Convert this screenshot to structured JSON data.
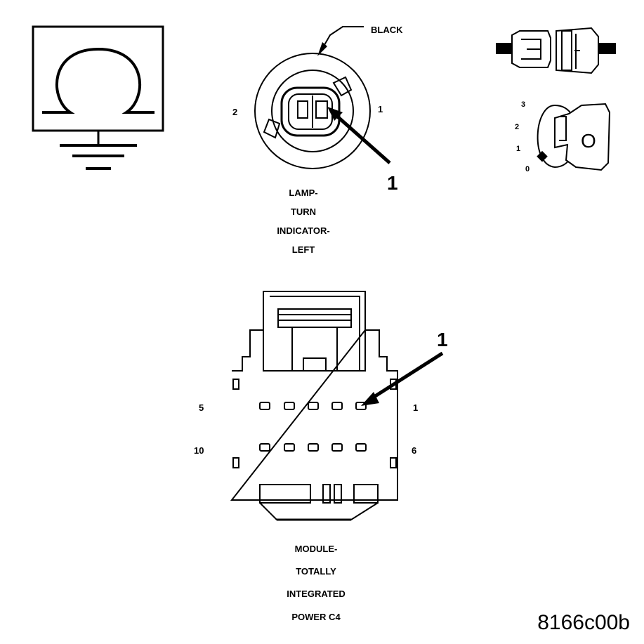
{
  "lamp": {
    "wire_color": "BLACK",
    "pin_left": "2",
    "pin_right": "1",
    "callout": "1",
    "caption": [
      "LAMP-",
      "TURN",
      "INDICATOR-",
      "LEFT"
    ]
  },
  "ignition": {
    "positions": [
      "3",
      "2",
      "1",
      "0"
    ],
    "key_label": "O"
  },
  "module": {
    "callout": "1",
    "row1_left": "5",
    "row1_right": "1",
    "row2_left": "10",
    "row2_right": "6",
    "caption": [
      "MODULE-",
      "TOTALLY",
      "INTEGRATED",
      "POWER C4"
    ]
  },
  "figure_id": "8166c00b",
  "icons": [
    "ground-ohm-icon",
    "connector-mating-icon",
    "ignition-key-icon"
  ]
}
